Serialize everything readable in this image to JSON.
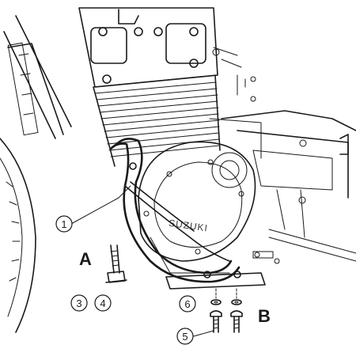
{
  "diagram": {
    "brand_text": "SUZUKI",
    "letters": {
      "a": "A",
      "b": "B"
    },
    "callouts": [
      {
        "id": "c1",
        "text": "1"
      },
      {
        "id": "c3",
        "text": "3"
      },
      {
        "id": "c4",
        "text": "4"
      },
      {
        "id": "c6",
        "text": "6"
      },
      {
        "id": "c5",
        "text": "5"
      }
    ]
  }
}
